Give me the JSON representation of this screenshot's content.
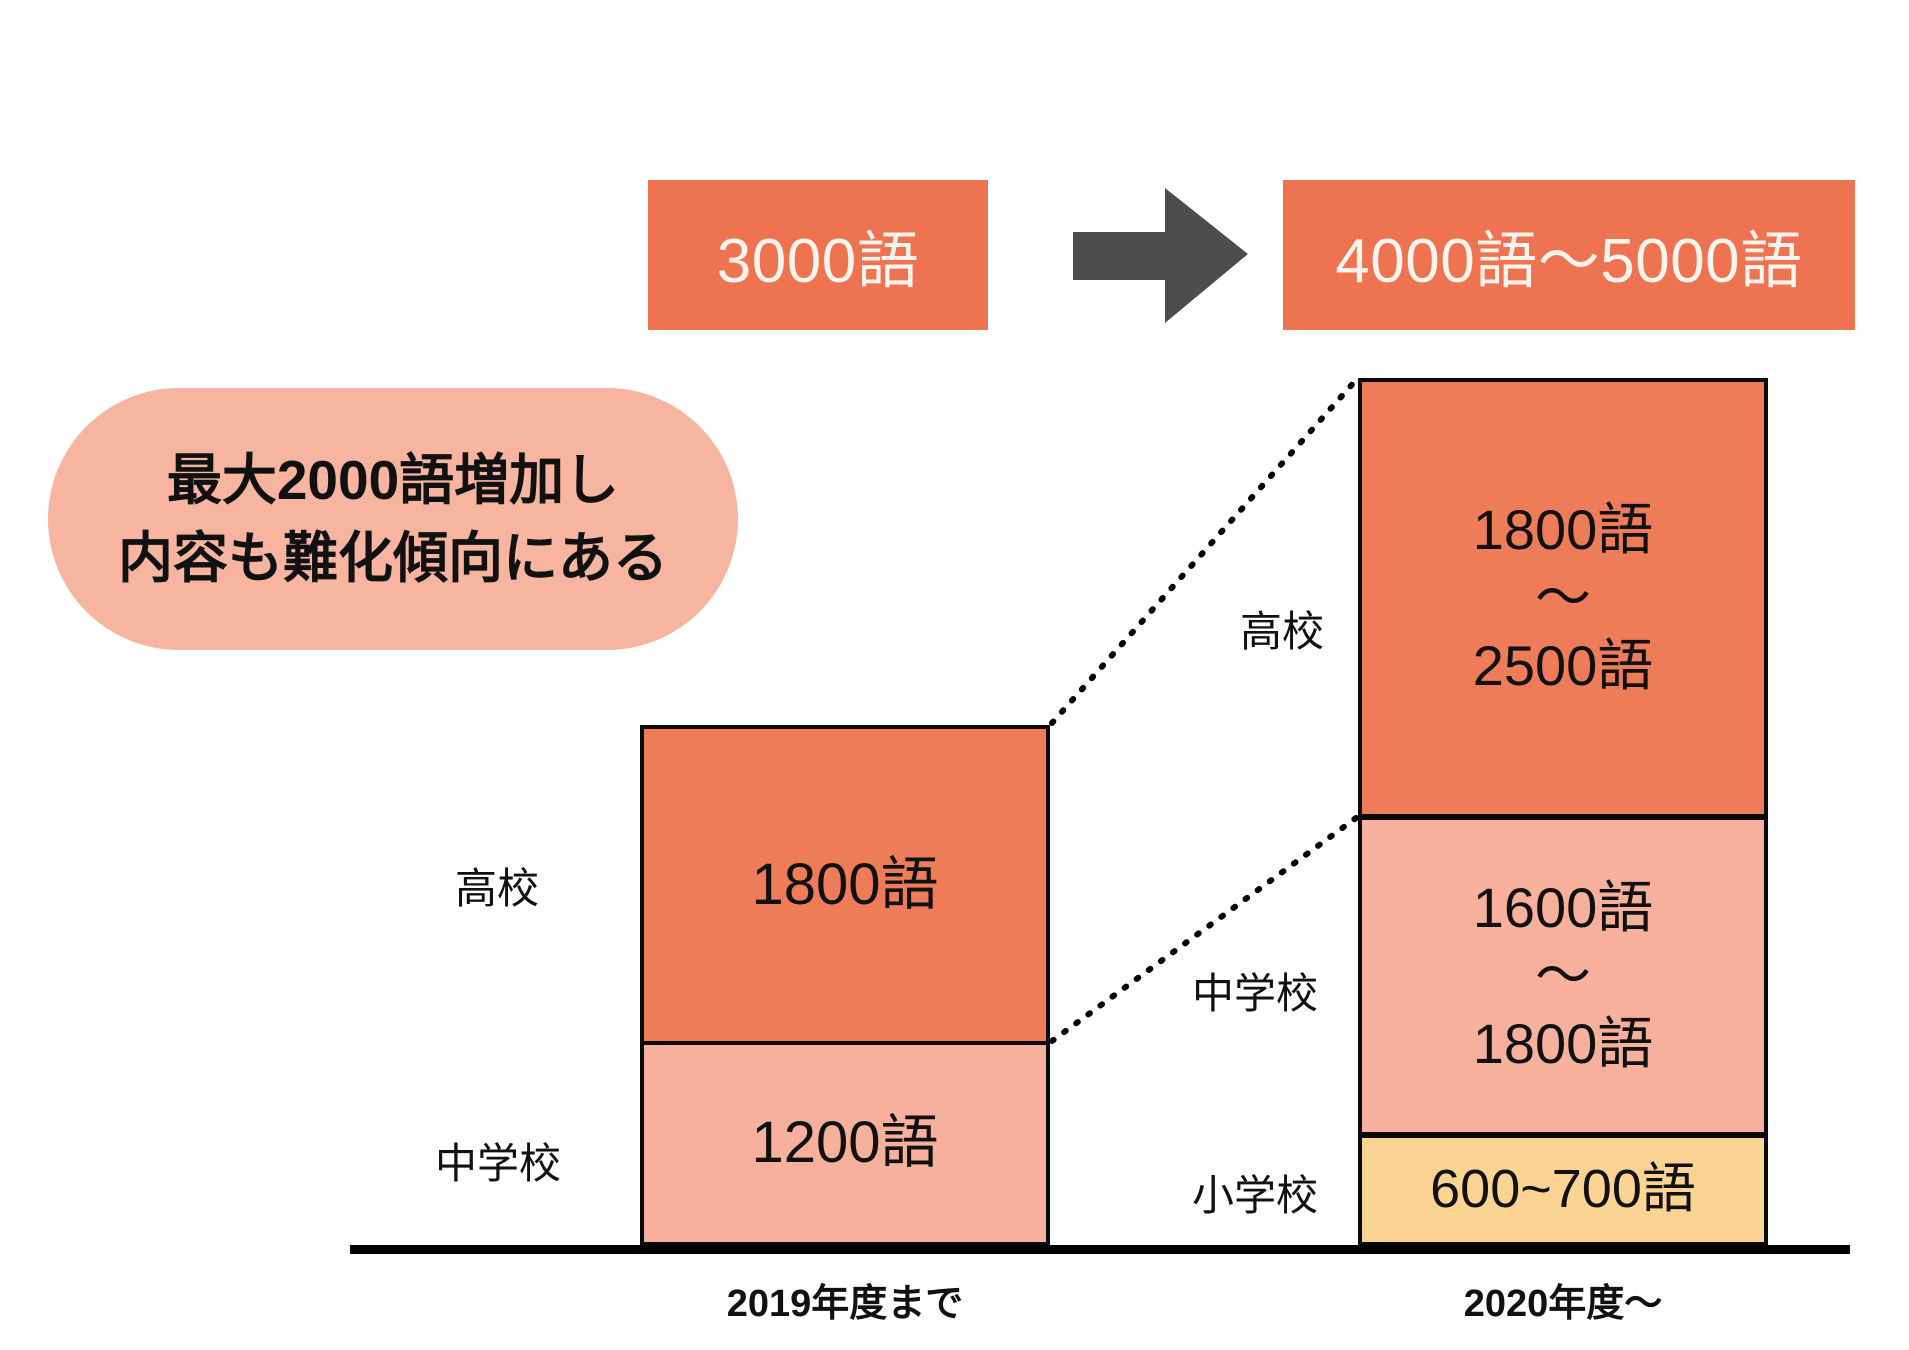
{
  "banners": {
    "before": "3000語",
    "after": "4000語〜5000語",
    "arrow": "right-arrow-icon"
  },
  "callout": {
    "line1": "最大2000語増加し",
    "line2": "内容も難化傾向にある"
  },
  "chart_data": {
    "type": "bar",
    "subtype": "stacked",
    "title": "",
    "xlabel": "",
    "ylabel": "",
    "grid": false,
    "legend": "none",
    "categories": [
      "2019年度まで",
      "2020年度〜"
    ],
    "groups": [
      {
        "category": "2019年度まで",
        "axis_label": "2019年度まで",
        "total_label": "3000語",
        "segments": [
          {
            "name": "高校",
            "label": "高校",
            "value_label": "1800語",
            "value": 1800,
            "value_min": 1800,
            "value_max": 1800,
            "color": "#EF7C58"
          },
          {
            "name": "中学校",
            "label": "中学校",
            "value_label": "1200語",
            "value": 1200,
            "value_min": 1200,
            "value_max": 1200,
            "color": "#F6B09B"
          }
        ]
      },
      {
        "category": "2020年度〜",
        "axis_label": "2020年度〜",
        "total_label": "4000語〜5000語",
        "segments": [
          {
            "name": "高校",
            "label": "高校",
            "value_label": "1800語\n〜\n2500語",
            "value_min": 1800,
            "value_max": 2500,
            "color": "#EF7C58"
          },
          {
            "name": "中学校",
            "label": "中学校",
            "value_label": "1600語\n〜\n1800語",
            "value_min": 1600,
            "value_max": 1800,
            "color": "#F6B09B"
          },
          {
            "name": "小学校",
            "label": "小学校",
            "value_label": "600~700語",
            "value_min": 600,
            "value_max": 700,
            "color": "#FBD493"
          }
        ]
      }
    ],
    "annotations": [
      "最大2000語増加し",
      "内容も難化傾向にある"
    ]
  },
  "colors": {
    "accent_orange": "#EE7350",
    "bar_dark": "#EF7C58",
    "bar_light": "#F6B09B",
    "bar_yellow": "#FBD493",
    "callout_bg": "#F7B49F",
    "arrow_gray": "#4D4D4D",
    "axis": "#000000"
  }
}
